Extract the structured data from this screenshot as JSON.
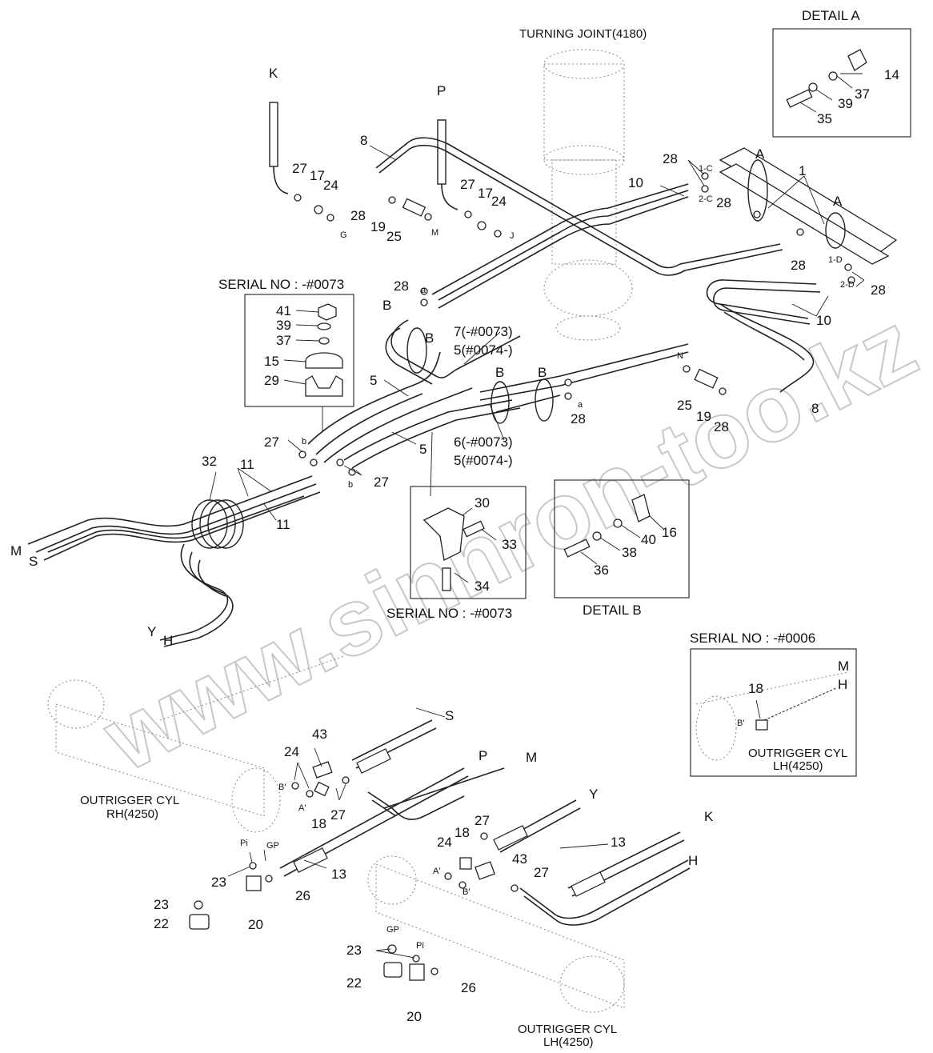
{
  "watermark": "www.sinhron-too.kz",
  "headings": {
    "turning_joint": "TURNING JOINT(4180)",
    "detail_a": "DETAIL A",
    "detail_b": "DETAIL B",
    "serial_top": "SERIAL NO : -#0073",
    "serial_mid": "SERIAL NO : -#0073",
    "serial_right": "SERIAL NO : -#0006",
    "cyl_rh": "OUTRIGGER CYL",
    "cyl_rh2": "RH(4250)",
    "cyl_lh": "OUTRIGGER CYL",
    "cyl_lh2": "LH(4250)",
    "cyl_lh_inset": "OUTRIGGER CYL",
    "cyl_lh_inset2": "LH(4250)"
  },
  "detail_a": {
    "p14": "14",
    "p37": "37",
    "p39": "39",
    "p35": "35"
  },
  "detail_b": {
    "p16": "16",
    "p40": "40",
    "p38": "38",
    "p36": "36"
  },
  "serial_top_parts": {
    "p41": "41",
    "p39": "39",
    "p37": "37",
    "p15": "15",
    "p29": "29"
  },
  "serial_mid_parts": {
    "p30": "30",
    "p33": "33",
    "p34": "34"
  },
  "serial_right_parts": {
    "p18": "18",
    "bprime": "B'",
    "m": "M",
    "h": "H"
  },
  "hose_ends": {
    "K": "K",
    "P": "P",
    "M": "M",
    "S": "S",
    "Y": "Y",
    "H": "H",
    "K2": "K",
    "P2": "P",
    "M2": "M",
    "S2": "S",
    "Y2": "Y",
    "H2": "H"
  },
  "parts": {
    "p8a": "8",
    "p8b": "8",
    "p27a": "27",
    "p17a": "17",
    "p24a": "24",
    "G": "G",
    "p28a": "28",
    "p19a": "19",
    "p25a": "25",
    "Mport": "M",
    "p27b": "27",
    "p17b": "17",
    "p24b": "24",
    "J": "J",
    "p28b": "28",
    "p1c": "1-C",
    "p2c": "2-C",
    "p10a": "10",
    "p28c": "28",
    "p1": "1",
    "A1": "A",
    "A2": "A",
    "p28d": "28",
    "p1d": "1-D",
    "p2d": "2-D",
    "p28e": "28",
    "p10b": "10",
    "p28f": "28",
    "a1": "a",
    "B1": "B",
    "B2": "B",
    "B3": "B",
    "B4": "B",
    "p7": "7(-#0073)",
    "p5a": "5(#0074-)",
    "p5b": "5",
    "p5c": "5",
    "p6": "6(-#0073)",
    "p5d": "5(#0074-)",
    "N": "N",
    "p25b": "25",
    "p19b": "19",
    "p28g": "28",
    "a2": "a",
    "p28h": "28",
    "p27c": "27",
    "b1": "b",
    "b2": "b",
    "p27d": "27",
    "p32": "32",
    "p11a": "11",
    "p11b": "11",
    "p43a": "43",
    "p24c": "24",
    "Bp1": "B'",
    "Ap1": "A'",
    "p18a": "18",
    "p27e": "27",
    "Pi1": "Pi",
    "GP1": "GP",
    "p23a": "23",
    "p23b": "23",
    "p22a": "22",
    "p20a": "20",
    "p26a": "26",
    "p13a": "13",
    "p18b": "18",
    "p27f": "27",
    "p24d": "24",
    "Ap2": "A'",
    "Bp2": "B'",
    "p43b": "43",
    "p27g": "27",
    "p13b": "13",
    "GP2": "GP",
    "Pi2": "Pi",
    "p23c": "23",
    "p22b": "22",
    "p20b": "20",
    "p26b": "26"
  }
}
